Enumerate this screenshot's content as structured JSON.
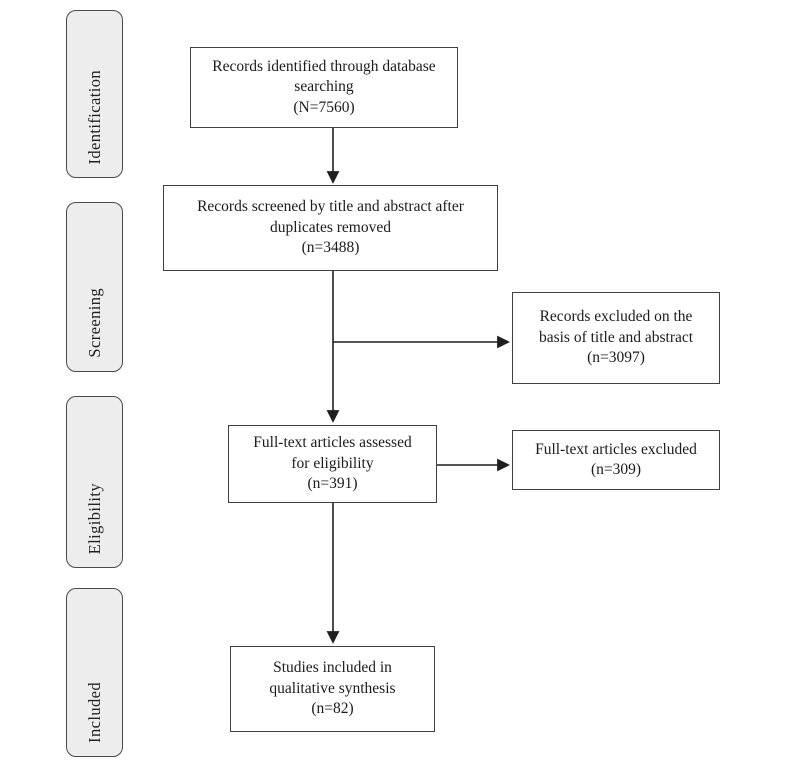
{
  "colors": {
    "box_border": "#404040",
    "stage_fill": "#ededed",
    "stage_border": "#4a4a4a",
    "text": "#1b1b1b",
    "connector": "#1f1f1f",
    "background": "#ffffff"
  },
  "stages": [
    {
      "label": "Identification"
    },
    {
      "label": "Screening"
    },
    {
      "label": "Eligibility"
    },
    {
      "label": "Included"
    }
  ],
  "boxes": {
    "identified": {
      "text": "Records identified through database\nsearching\n(N=7560)",
      "count": 7560
    },
    "screened": {
      "text": "Records screened by title and abstract after\nduplicates removed\n(n=3488)",
      "count": 3488
    },
    "excluded_title_abstract": {
      "text": "Records excluded on the\nbasis of title and abstract\n(n=3097)",
      "count": 3097
    },
    "fulltext_assessed": {
      "text": "Full-text articles assessed\nfor eligibility\n(n=391)",
      "count": 391
    },
    "fulltext_excluded": {
      "text": "Full-text articles excluded\n(n=309)",
      "count": 309
    },
    "included_qualitative": {
      "text": "Studies included in\nqualitative synthesis\n(n=82)",
      "count": 82
    }
  }
}
